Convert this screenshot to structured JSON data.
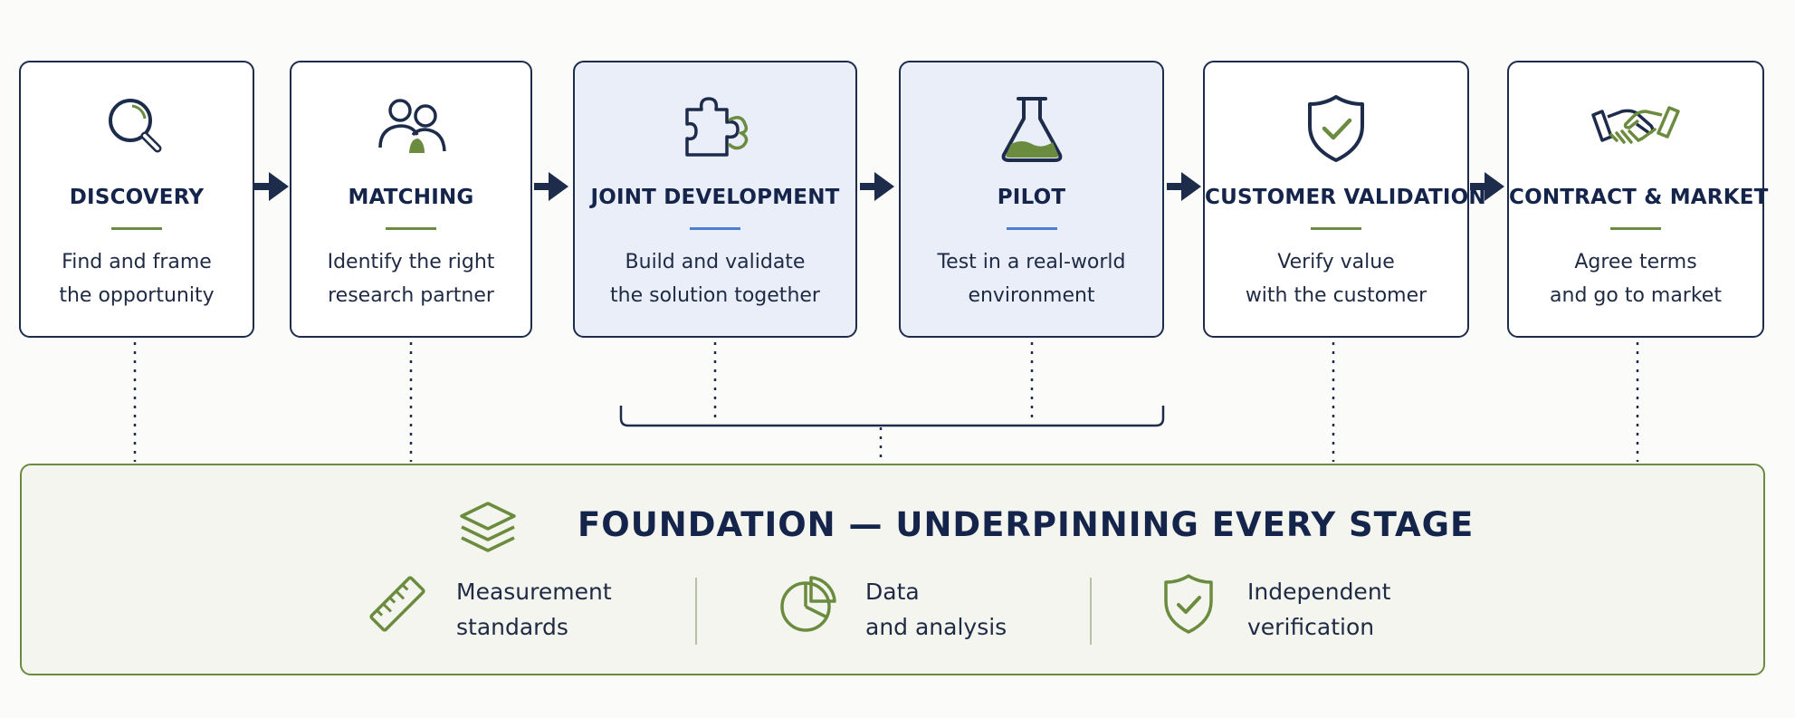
{
  "stages": [
    {
      "title": "DISCOVERY",
      "desc_1": "Find and frame",
      "desc_2": "the opportunity",
      "icon": "magnifier-icon"
    },
    {
      "title": "MATCHING",
      "desc_1": "Identify the right",
      "desc_2": "research partner",
      "icon": "people-icon"
    },
    {
      "title": "JOINT DEVELOPMENT",
      "desc_1": "Build and validate",
      "desc_2": "the solution together",
      "icon": "puzzle-icon"
    },
    {
      "title": "PILOT",
      "desc_1": "Test in a real-world",
      "desc_2": "environment",
      "icon": "flask-icon"
    },
    {
      "title": "CUSTOMER VALIDATION",
      "desc_1": "Verify value",
      "desc_2": "with the customer",
      "icon": "shield-check-icon"
    },
    {
      "title": "CONTRACT & MARKET",
      "desc_1": "Agree terms",
      "desc_2": "and go to market",
      "icon": "handshake-icon"
    }
  ],
  "foundation": {
    "title": "FOUNDATION — UNDERPINNING EVERY STAGE",
    "icon": "layers-icon",
    "items": [
      {
        "line_1": "Measurement",
        "line_2": "standards",
        "icon": "ruler-icon"
      },
      {
        "line_1": "Data",
        "line_2": "and analysis",
        "icon": "pie-chart-icon"
      },
      {
        "line_1": "Independent",
        "line_2": "verification",
        "icon": "shield-check-icon"
      }
    ]
  },
  "colors": {
    "navy": "#1e2c4c",
    "green": "#6b8c3e",
    "highlight_fill": "#e9eef8",
    "highlight_rule": "#4a7fd1",
    "foundation_fill": "#f3f5ee"
  }
}
